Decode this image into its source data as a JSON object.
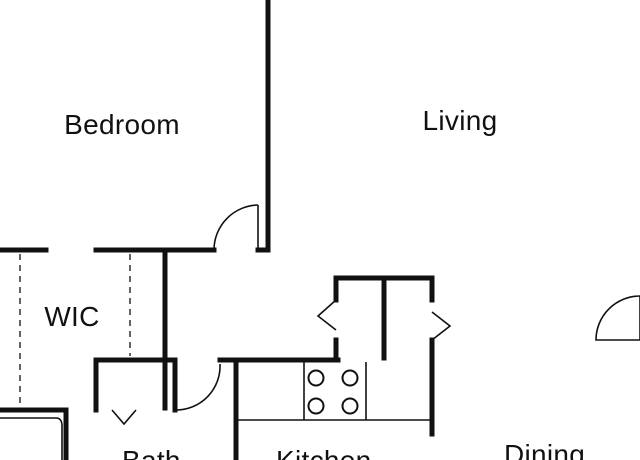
{
  "floorplan": {
    "rooms": {
      "bedroom": "Bedroom",
      "living": "Living",
      "wic": "WIC",
      "bath": "Bath",
      "kitchen": "Kitchen",
      "dining": "Dining"
    }
  }
}
